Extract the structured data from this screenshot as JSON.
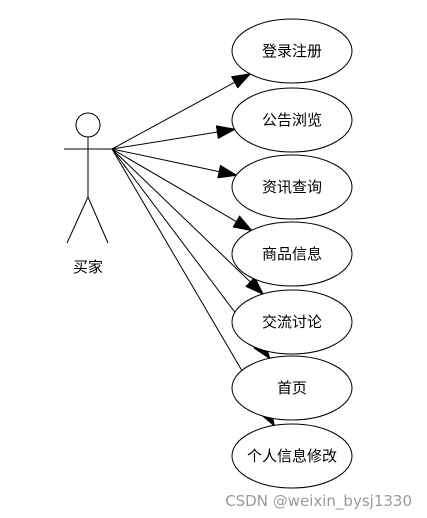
{
  "actor": {
    "label": "买家"
  },
  "use_cases": [
    {
      "label": "登录注册"
    },
    {
      "label": "公告浏览"
    },
    {
      "label": "资讯查询"
    },
    {
      "label": "商品信息"
    },
    {
      "label": "交流讨论"
    },
    {
      "label": "首页"
    },
    {
      "label": "个人信息修改"
    }
  ],
  "watermark": "CSDN @weixin_bysj1330",
  "colors": {
    "stroke": "#000000",
    "background": "#ffffff",
    "watermark": "#9a9a9a"
  }
}
